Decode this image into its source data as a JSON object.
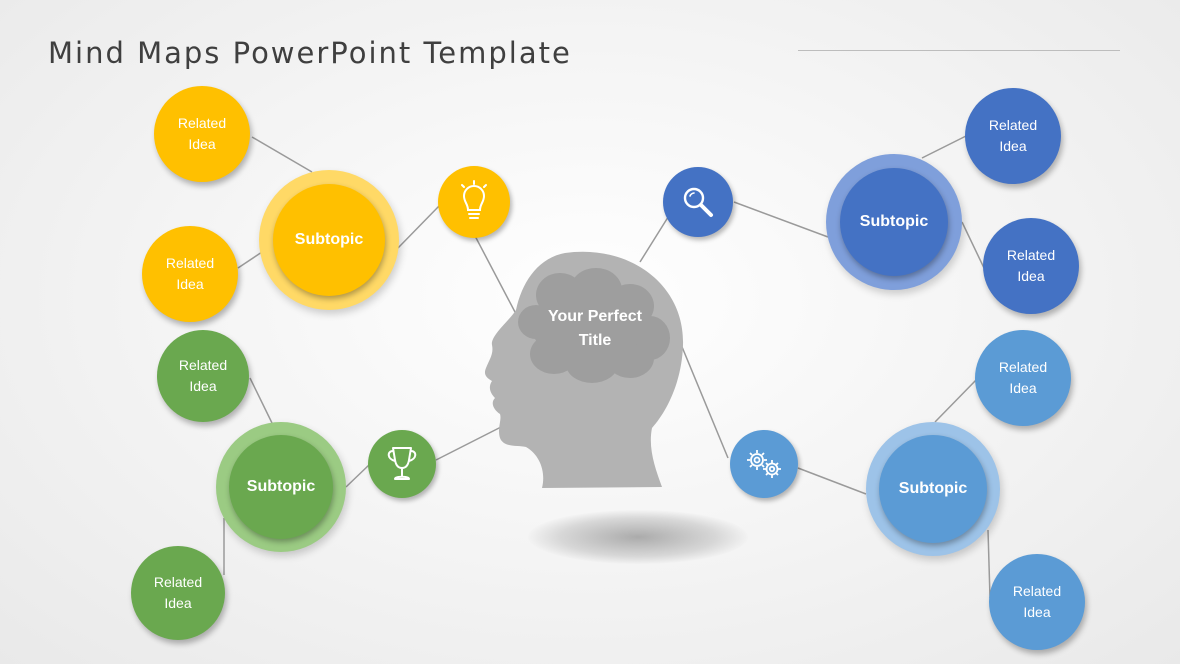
{
  "slide": {
    "title": "Mind Maps PowerPoint Template",
    "center_title": "Your Perfect\nTitle"
  },
  "colors": {
    "yellow": "#FFC000",
    "yellow_ring": "#FFD966",
    "green": "#6AA84F",
    "green_ring": "#9BCB83",
    "dark_blue": "#4472C4",
    "dark_blue_ring": "#7F9FDB",
    "light_blue": "#5B9BD5",
    "light_blue_ring": "#9DC3E8",
    "head": "#B3B3B3",
    "brain": "#9E9E9E"
  },
  "branches": {
    "top_left": {
      "subtopic": "Subtopic",
      "icon": "lightbulb-icon",
      "ideas": [
        "Related\nIdea",
        "Related\nIdea"
      ]
    },
    "bottom_left": {
      "subtopic": "Subtopic",
      "icon": "trophy-icon",
      "ideas": [
        "Related\nIdea",
        "Related\nIdea"
      ]
    },
    "top_right": {
      "subtopic": "Subtopic",
      "icon": "magnifier-icon",
      "ideas": [
        "Related\nIdea",
        "Related\nIdea"
      ]
    },
    "bottom_right": {
      "subtopic": "Subtopic",
      "icon": "gears-icon",
      "ideas": [
        "Related\nIdea",
        "Related\nIdea"
      ]
    }
  }
}
